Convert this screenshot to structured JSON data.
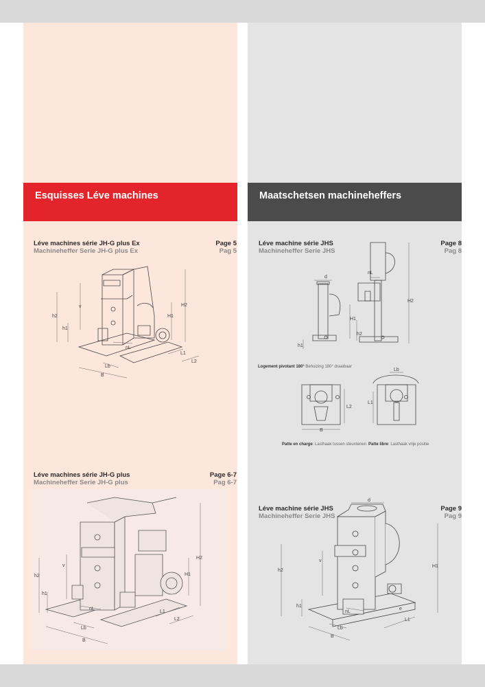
{
  "banners": {
    "left": "Esquisses Léve machines",
    "right": "Maatschetsen machineheffers"
  },
  "sections": {
    "jhg_plus_ex": {
      "title_fr": "Léve machines série JH-G plus Ex",
      "title_nl": "Machineheffer Serie JH-G plus Ex",
      "page_fr": "Page 5",
      "page_nl": "Pag 5"
    },
    "jhs_a": {
      "title_fr": "Léve machine série JHS",
      "title_nl": "Machineheffer Serie JHS",
      "page_fr": "Page 8",
      "page_nl": "Pag 8"
    },
    "jhg_plus": {
      "title_fr": "Léve machines série JH-G plus",
      "title_nl": "Machineheffer Serie JH-G plus",
      "page_fr": "Page 6-7",
      "page_nl": "Pag 6-7"
    },
    "jhs_b": {
      "title_fr": "Léve machine série JHS",
      "title_nl": "Machineheffer Serie JHS",
      "page_fr": "Page 9",
      "page_nl": "Pag 9"
    }
  },
  "captions": {
    "pivot_fr": "Logement pivotant 180°",
    "pivot_nl": "Behuizing 180° draaibaar",
    "charge_fr": "Patte en charge",
    "charge_nl": ": Lasthaak tussen steuntenen",
    "libre_fr": "Patte libre",
    "libre_nl": ": Lasthaak vrije positie"
  },
  "dims": {
    "H1": "H1",
    "H2": "H2",
    "h1": "h1",
    "h2": "h2",
    "v": "v",
    "L1": "L1",
    "L2": "L2",
    "B": "B",
    "Lb": "Lb",
    "nL": "nL",
    "d": "d",
    "e": "e"
  }
}
